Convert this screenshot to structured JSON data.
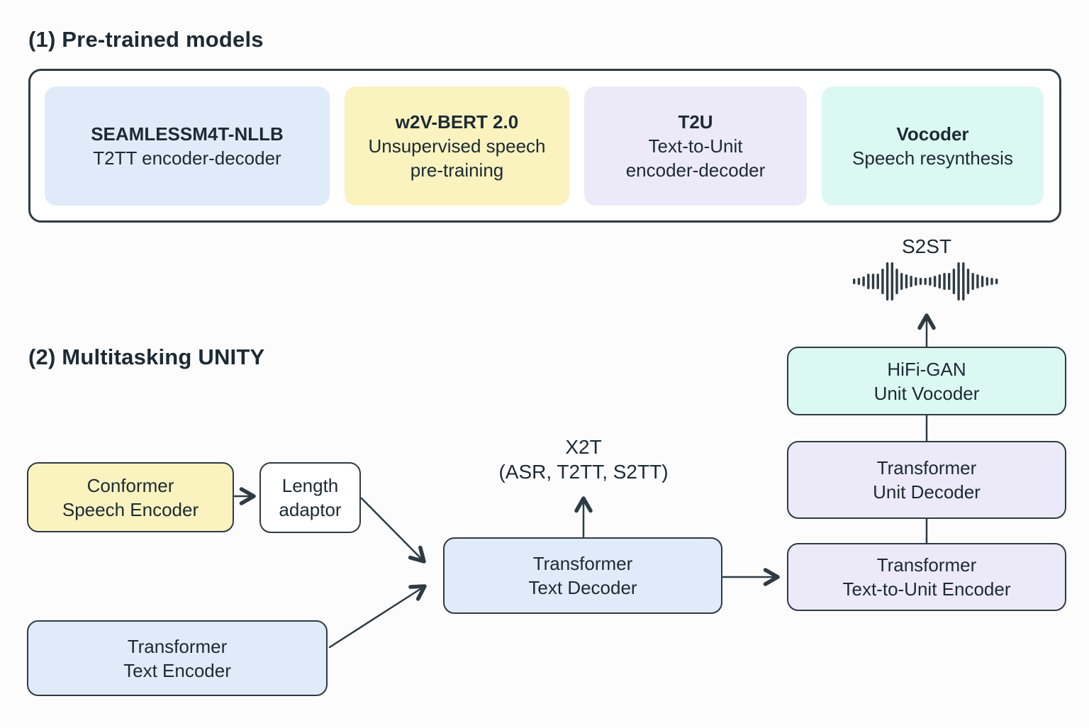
{
  "section1": {
    "title": "(1) Pre-trained models",
    "cards": {
      "seamless": {
        "title": "SEAMLESSM4T-NLLB",
        "line1": "T2TT encoder-decoder"
      },
      "w2v": {
        "title": "w2V-BERT 2.0",
        "line1": "Unsupervised speech",
        "line2": "pre-training"
      },
      "t2u": {
        "title": "T2U",
        "line1": "Text-to-Unit",
        "line2": "encoder-decoder"
      },
      "vocoder": {
        "title": "Vocoder",
        "line1": "Speech resynthesis"
      }
    }
  },
  "section2": {
    "title": "(2) Multitasking UNITY",
    "labels": {
      "s2st": "S2ST",
      "x2t": "X2T",
      "x2t_tasks": "(ASR, T2TT, S2TT)"
    },
    "nodes": {
      "conformer": {
        "line1": "Conformer",
        "line2": "Speech Encoder"
      },
      "length_adaptor": {
        "line1": "Length",
        "line2": "adaptor"
      },
      "text_decoder": {
        "line1": "Transformer",
        "line2": "Text Decoder"
      },
      "text_encoder": {
        "line1": "Transformer",
        "line2": "Text Encoder"
      },
      "hifigan": {
        "line1": "HiFi-GAN",
        "line2": "Unit Vocoder"
      },
      "unit_decoder": {
        "line1": "Transformer",
        "line2": "Unit Decoder"
      },
      "t2u_encoder": {
        "line1": "Transformer",
        "line2": "Text-to-Unit Encoder"
      }
    }
  },
  "colors": {
    "ink": "#1c2a33",
    "stroke": "#2e3b43",
    "panel_bg": "#ffffff",
    "blue": "#e0ebfa",
    "yellow": "#faf3bf",
    "lavender": "#eceaf8",
    "mint": "#dcf8f3"
  },
  "waveform": {
    "color": "#2e3b43",
    "bar_heights": [
      8,
      10,
      14,
      22,
      22,
      22,
      36,
      54,
      54,
      36,
      24,
      20,
      16,
      12,
      10,
      10,
      12,
      16,
      20,
      24,
      24,
      36,
      54,
      54,
      36,
      24,
      20,
      16,
      12,
      10,
      8
    ]
  }
}
